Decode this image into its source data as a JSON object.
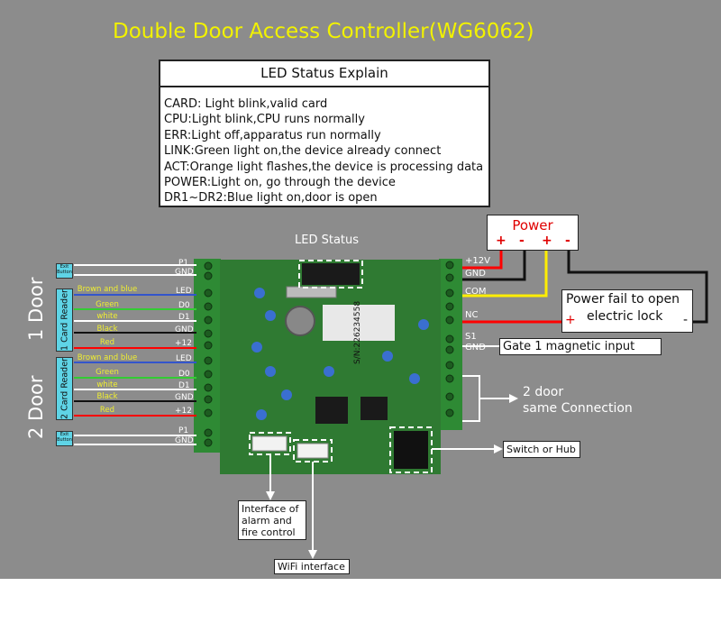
{
  "title": "Double Door Access Controller(WG6062)",
  "led_explain": {
    "heading": "LED Status Explain",
    "rows": [
      {
        "key": "CARD:",
        "text": " Light blink,valid card"
      },
      {
        "key": "CPU:",
        "text": "Light blink,CPU runs normally"
      },
      {
        "key": "ERR:",
        "text": "Light off,apparatus run normally"
      },
      {
        "key": "LINK:",
        "text": "Green light on,the device already connect"
      },
      {
        "key": "ACT:",
        "text": "Orange light flashes,the device is processing data"
      },
      {
        "key": "POWER:",
        "text": "Light on, go through the device"
      },
      {
        "key": "DR1~DR2:",
        "text": "Blue light on,door is open"
      }
    ]
  },
  "led_status_label": "LED Status",
  "power": {
    "title": "Power",
    "marks": [
      "+",
      "-",
      "+",
      "-"
    ]
  },
  "power_fail": {
    "line1": "Power fail to open",
    "line2": "electric lock",
    "plus": "+",
    "minus": "-"
  },
  "right_terminals": [
    "+12V",
    "GND",
    "COM",
    "NC",
    "S1",
    "GND"
  ],
  "gate_label": "Gate 1 magnetic input",
  "two_door": {
    "line1": "2 door",
    "line2": "same Connection"
  },
  "switch_label": "Switch or Hub",
  "alarm_label": {
    "line1": "Interface of",
    "line2": "alarm and",
    "line3": "fire control"
  },
  "wifi_label": "WiFi interface",
  "serial_number": "S/N:226234558",
  "door1": {
    "label": "1 Door",
    "reader": "1 Card Reader",
    "exit": {
      "l1": "Exit",
      "l2": "Button"
    },
    "exit_terms": [
      "P1",
      "GND"
    ],
    "terms": [
      "LED",
      "D0",
      "D1",
      "GND",
      "+12"
    ],
    "wires": [
      "Brown and blue",
      "Green",
      "white",
      "Black",
      "Red"
    ]
  },
  "door2": {
    "label": "2 Door",
    "reader": "2 Card Reader",
    "exit": {
      "l1": "Exit",
      "l2": "Button"
    },
    "exit_terms": [
      "P1",
      "GND"
    ],
    "terms": [
      "LED",
      "D0",
      "D1",
      "GND",
      "+12"
    ],
    "wires": [
      "Brown and blue",
      "Green",
      "white",
      "Black",
      "Red"
    ]
  },
  "colors": {
    "background": "#8c8c8c",
    "title": "#f2f200",
    "reader_box": "#5fd4e6",
    "board": "#2f7a32",
    "wire_red": "#ff0000",
    "wire_yellow": "#ffee00",
    "wire_black": "#111111",
    "wire_green": "#33cc33",
    "wire_white": "#ffffff"
  }
}
